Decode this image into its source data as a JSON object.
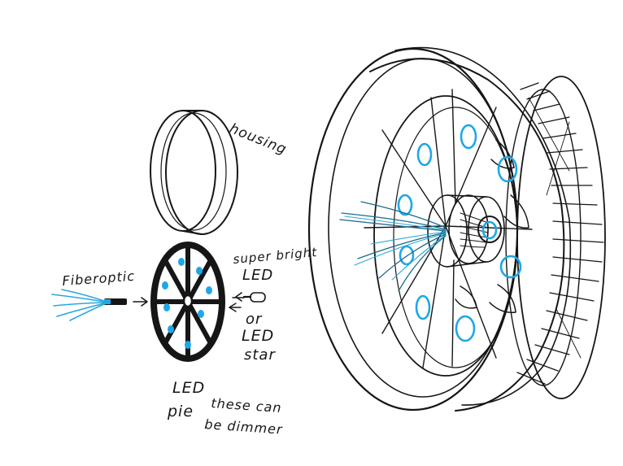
{
  "labels": {
    "housing": "housing",
    "fiberoptic": "Fiberoptic",
    "super_bright_line1": "super bright",
    "super_bright_line2": "LED",
    "or": "or",
    "led_star_line1": "LED",
    "led_star_line2": "star",
    "led_pie_line1": "LED",
    "led_pie_line2": "pie",
    "dimmer_line1": "these can",
    "dimmer_line2": "be dimmer"
  },
  "colors": {
    "ink": "#161616",
    "led_blue": "#1ea7e6",
    "fiber_blue": "#29a8df",
    "fiber_dark": "#1d6a8a",
    "paper": "#ffffff"
  },
  "icons": {
    "housing": "housing-ring-icon",
    "pie": "led-pie-wheel-icon",
    "led": "led-bulb-icon",
    "fiber": "fiberoptic-bundle-icon",
    "assembly": "wheel-assembly-icon"
  }
}
